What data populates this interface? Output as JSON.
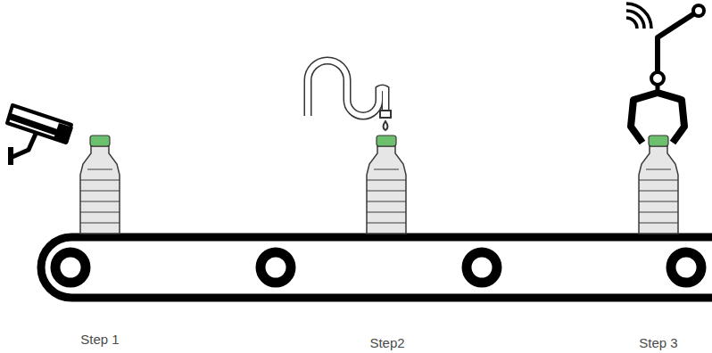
{
  "diagram": {
    "labels": [
      "Step 1",
      "Step2",
      "Step 3"
    ]
  }
}
